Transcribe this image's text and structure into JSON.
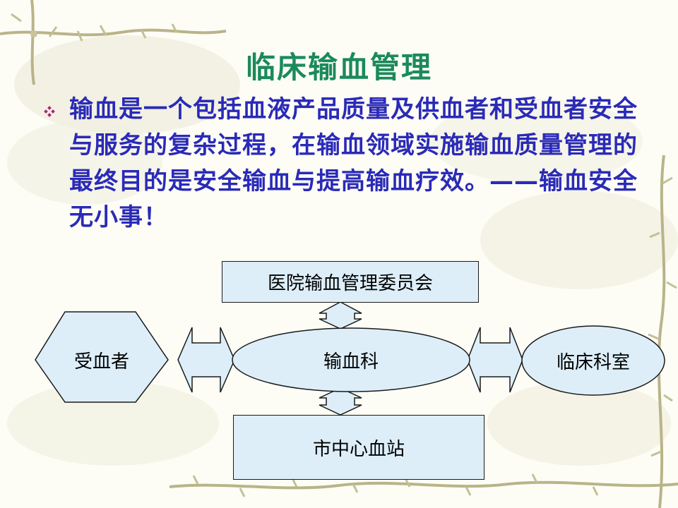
{
  "slide": {
    "title": "临床输血管理",
    "body": "输血是一个包括血液产品质量及供血者和受血者安全与服务的复杂过程，在输血领域实施输血质量管理的最终目的是安全输血与提高输血疗效。——输血安全无小事！"
  },
  "diagram": {
    "committee": "医院输血管理委员会",
    "center": "输血科",
    "recipient": "受血者",
    "clinical": "临床科室",
    "blood_station": "市中心血站"
  },
  "colors": {
    "title": "#1b8a5a",
    "body": "#2a2ab8",
    "bullet": "#b0207a",
    "shape_fill": "#ddeef9",
    "shape_stroke": "#1a1a1a"
  }
}
